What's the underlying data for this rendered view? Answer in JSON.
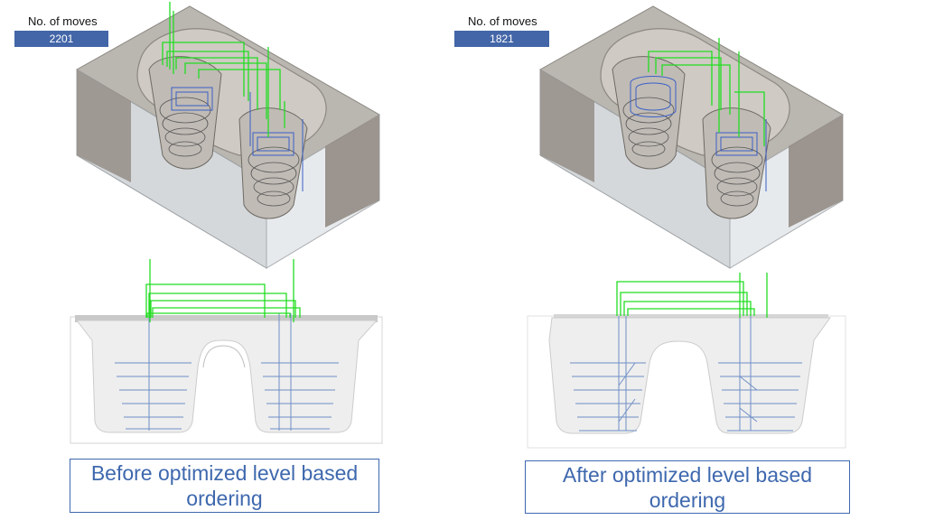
{
  "left": {
    "moves_label": "No. of moves",
    "moves_value": "2201",
    "caption": "Before optimized level based ordering"
  },
  "right": {
    "moves_label": "No. of moves",
    "moves_value": "1821",
    "caption": "After optimized level based ordering"
  },
  "colors": {
    "badge": "#4366a8",
    "caption": "#3e68ae",
    "toolpath_green": "#22dd22",
    "toolpath_blue": "#3a5fc8"
  }
}
